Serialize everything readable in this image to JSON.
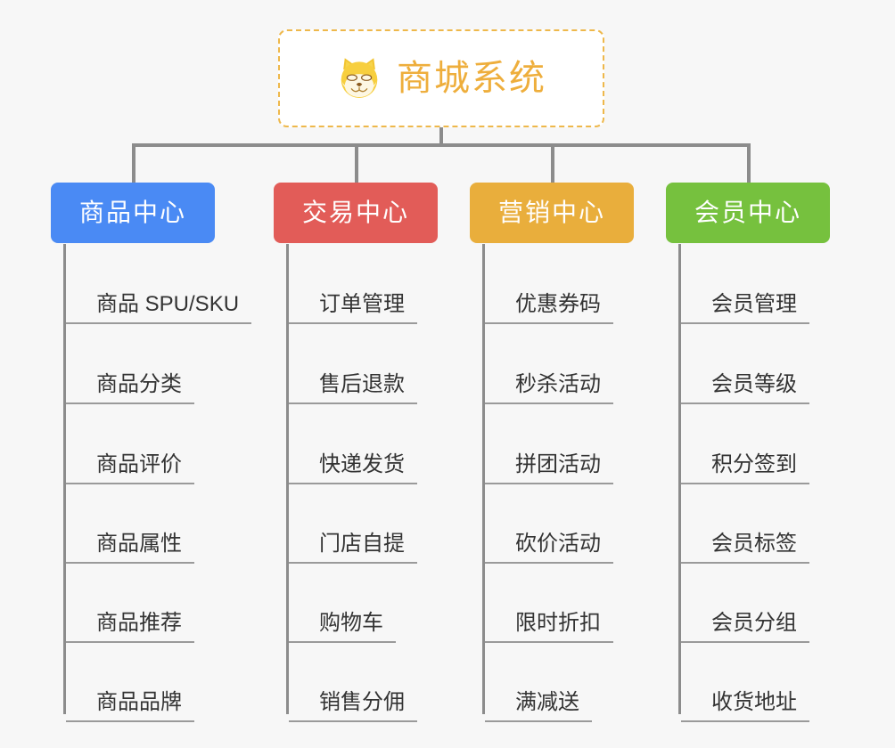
{
  "diagram": {
    "type": "mindmap-tree",
    "background_color": "#f7f7f7",
    "root": {
      "title": "商城系统",
      "icon": "shiba-dog-face-icon",
      "border_color": "#eeb84b",
      "text_color": "#eeae3c",
      "background_color": "#ffffff"
    },
    "connector_color": "#8c8c8c",
    "leaf_rule_color": "#9a9a9a",
    "leaf_text_color": "#333333",
    "branches": [
      {
        "label": "商品中心",
        "color": "#4a8af4",
        "items": [
          "商品 SPU/SKU",
          "商品分类",
          "商品评价",
          "商品属性",
          "商品推荐",
          "商品品牌"
        ]
      },
      {
        "label": "交易中心",
        "color": "#e25c58",
        "items": [
          "订单管理",
          "售后退款",
          "快递发货",
          "门店自提",
          "购物车",
          "销售分佣"
        ]
      },
      {
        "label": "营销中心",
        "color": "#e9ae3c",
        "items": [
          "优惠券码",
          "秒杀活动",
          "拼团活动",
          "砍价活动",
          "限时折扣",
          "满减送"
        ]
      },
      {
        "label": "会员中心",
        "color": "#76c13e",
        "items": [
          "会员管理",
          "会员等级",
          "积分签到",
          "会员标签",
          "会员分组",
          "收货地址"
        ]
      }
    ]
  }
}
